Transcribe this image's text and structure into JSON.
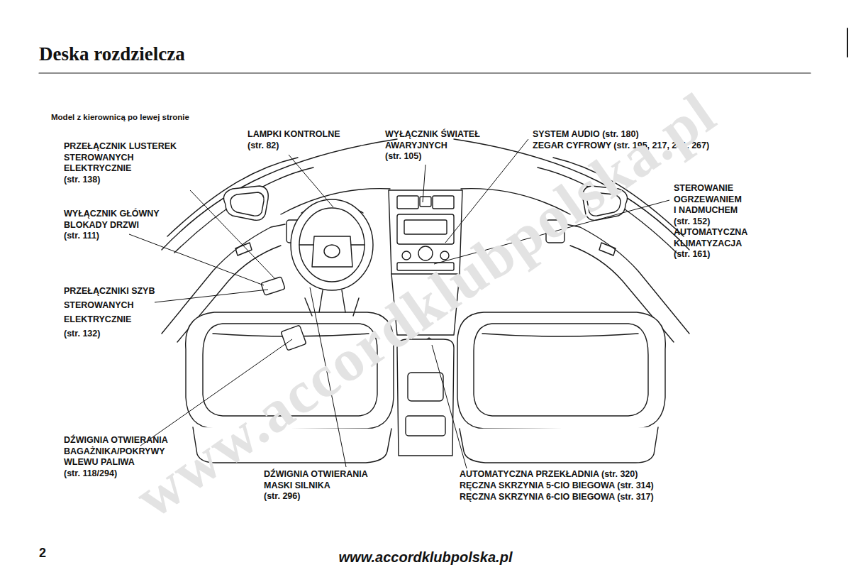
{
  "diagram": {
    "title": "Deska rozdzielcza",
    "labels": [
      "Model z kierownicą po lewej stronie",
      "PRZEŁĄCZNIK LUSTEREK STEROWANYCH ELEKTRYCZNIE (str. 138)",
      "LAMPKI KONTROLNE (str. 82)",
      "WYŁĄCZNIK ŚWIATEŁ AWARYJNYCH (str. 105)",
      "SYSTEM AUDIO (str. 180)",
      "ZEGAR CYFROWY (str. 195, 217, 241, 267)",
      "WYŁĄCZNIK GŁÓWNY BLOKADY DRZWI (str. 111)",
      "STEROWANIE OGRZEWANIEM I NADMUCHEM (str. 152)",
      "AUTOMATYCZNA KLIMATYZACJA (str. 161)",
      "PRZEŁĄCZNIKI SZYB STEROWANYCH ELEKTRYCZNIE (str. 132)",
      "DŹWIGNIA OTWIERANIA BAGAŻNIKA/POKRYWY WLEWU PALIWA (str. 118/294)",
      "DŹWIGNIA OTWIERANIA MASKI SILNIKA (str. 296)",
      "AUTOMATYCZNA PRZEKŁADNIA (str. 320)",
      "RĘCZNA SKRZYNIA 5-CIO BIEGOWA (str. 314)",
      "RĘCZNA SKRZYNIA 6-CIO BIEGOWA (str. 317)",
      "2",
      "www.accordklubpolska.pl",
      "www.accordklubpolska.pl"
    ]
  }
}
